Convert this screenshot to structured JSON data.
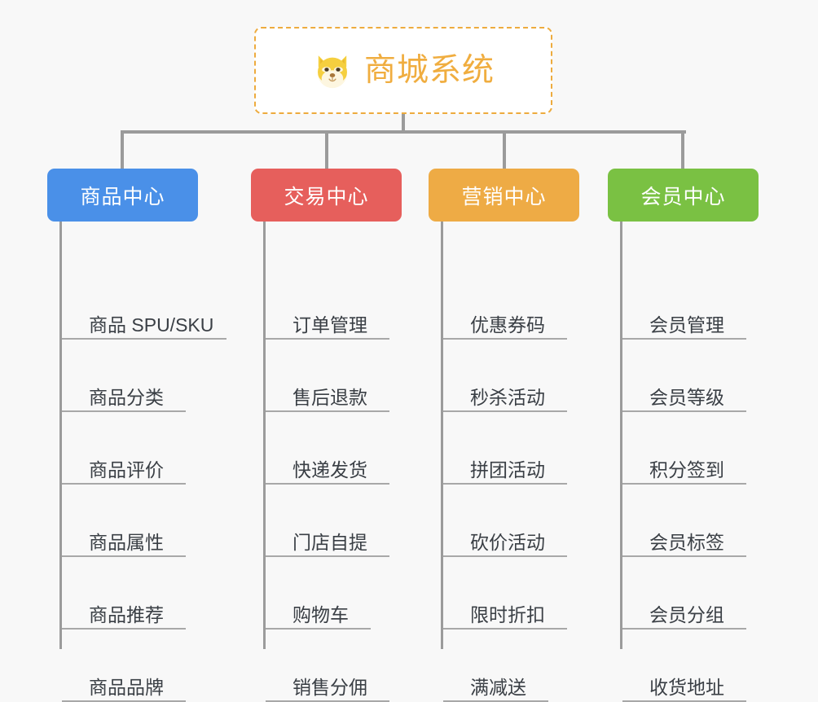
{
  "page": {
    "background_color": "#f8f8f8",
    "line_color": "#9b9b9b",
    "rule_color": "#a8a8a8"
  },
  "root": {
    "title": "商城系统",
    "icon": "shiba-dog-face-icon",
    "text_color": "#f0ad3f",
    "border_color": "#edab3e",
    "background_color": "#ffffff"
  },
  "categories": [
    {
      "label": "商品中心",
      "color": "#4a90e8",
      "items": [
        "商品 SPU/SKU",
        "商品分类",
        "商品评价",
        "商品属性",
        "商品推荐",
        "商品品牌"
      ]
    },
    {
      "label": "交易中心",
      "color": "#e65f5c",
      "items": [
        "订单管理",
        "售后退款",
        "快递发货",
        "门店自提",
        "购物车",
        "销售分佣"
      ]
    },
    {
      "label": "营销中心",
      "color": "#eeab45",
      "items": [
        "优惠券码",
        "秒杀活动",
        "拼团活动",
        "砍价活动",
        "限时折扣",
        "满减送"
      ]
    },
    {
      "label": "会员中心",
      "color": "#7ac143",
      "items": [
        "会员管理",
        "会员等级",
        "积分签到",
        "会员标签",
        "会员分组",
        "收货地址"
      ]
    }
  ]
}
